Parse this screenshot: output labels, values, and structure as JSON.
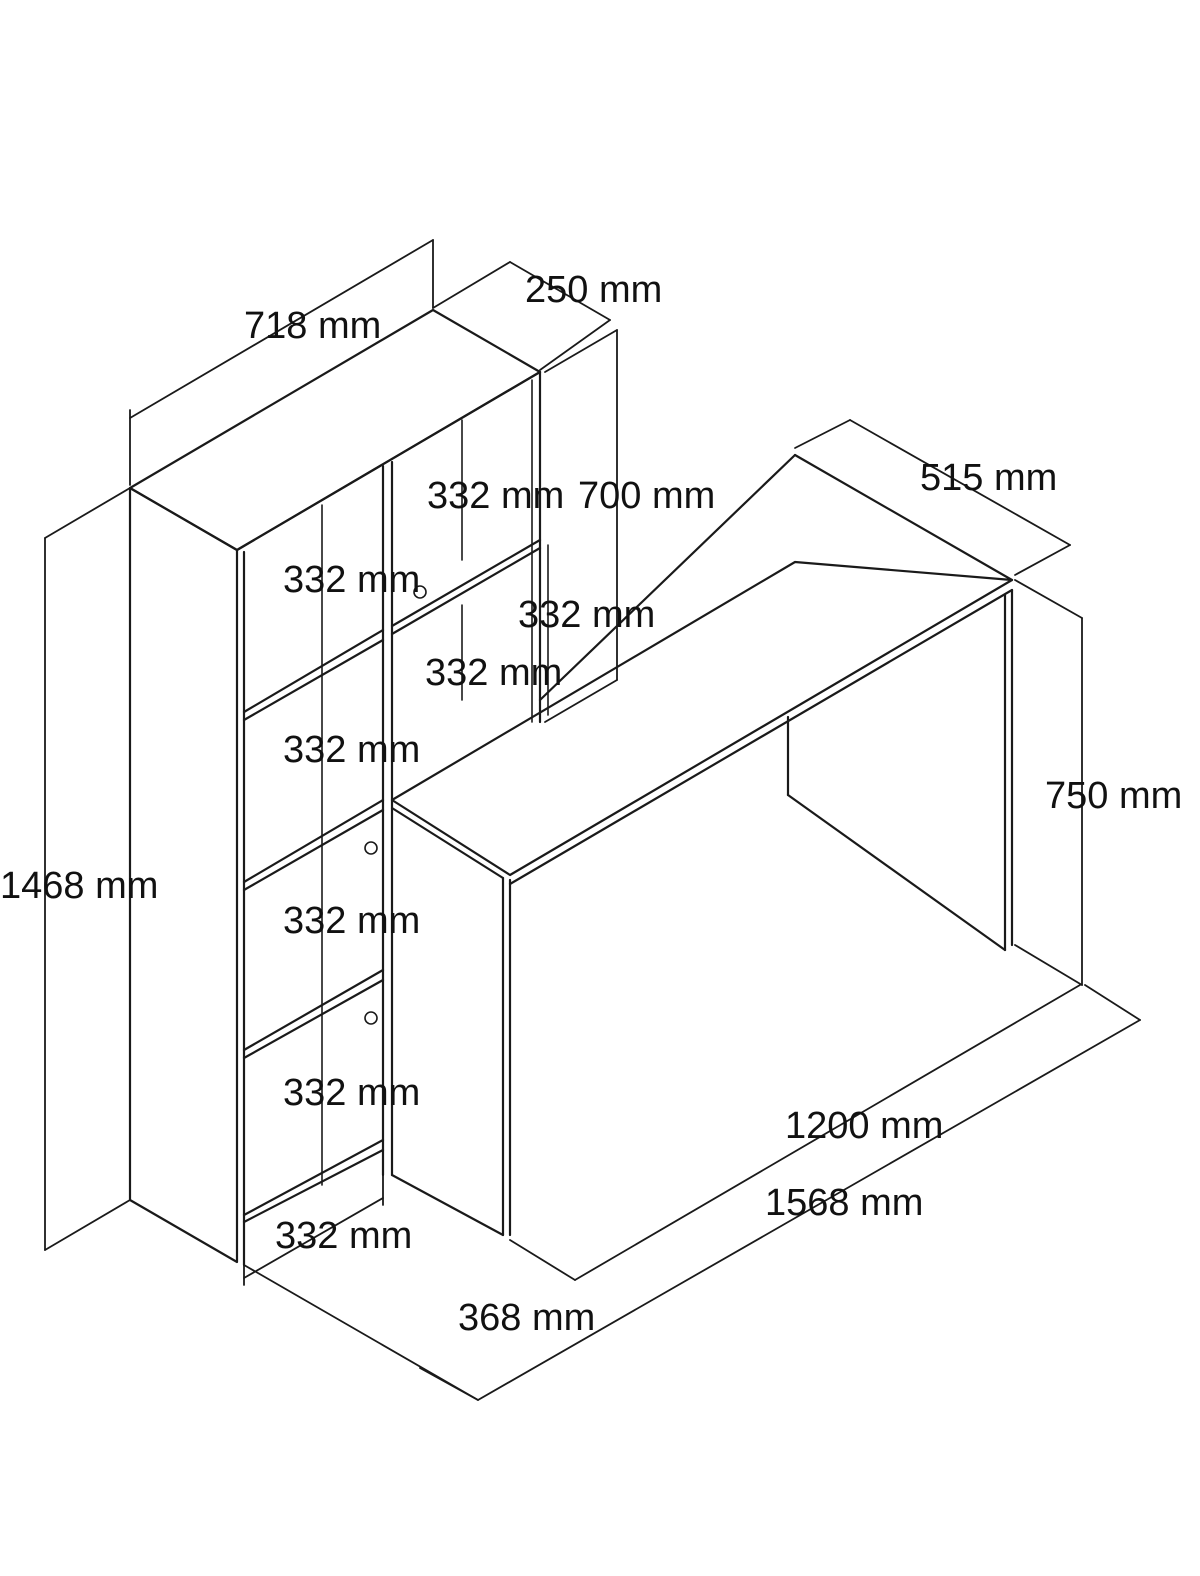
{
  "colors": {
    "line": "#1a1a1a",
    "text": "#111111",
    "background": "#ffffff"
  },
  "dimensions": {
    "bookcase_width": "718 mm",
    "bookcase_depth": "250 mm",
    "desk_width": "515 mm",
    "total_height": "1468 mm",
    "upper_height": "700 mm",
    "desk_height": "750 mm",
    "desk_length": "1200 mm",
    "total_length": "1568 mm",
    "bottom_depth": "368 mm",
    "shelf_top": "332 mm",
    "shelf_1": "332 mm",
    "shelf_side": "332 mm",
    "shelf_2": "332 mm",
    "shelf_3": "332 mm",
    "shelf_4": "332 mm",
    "shelf_5": "332 mm",
    "shelf_bottom": "332 mm"
  }
}
